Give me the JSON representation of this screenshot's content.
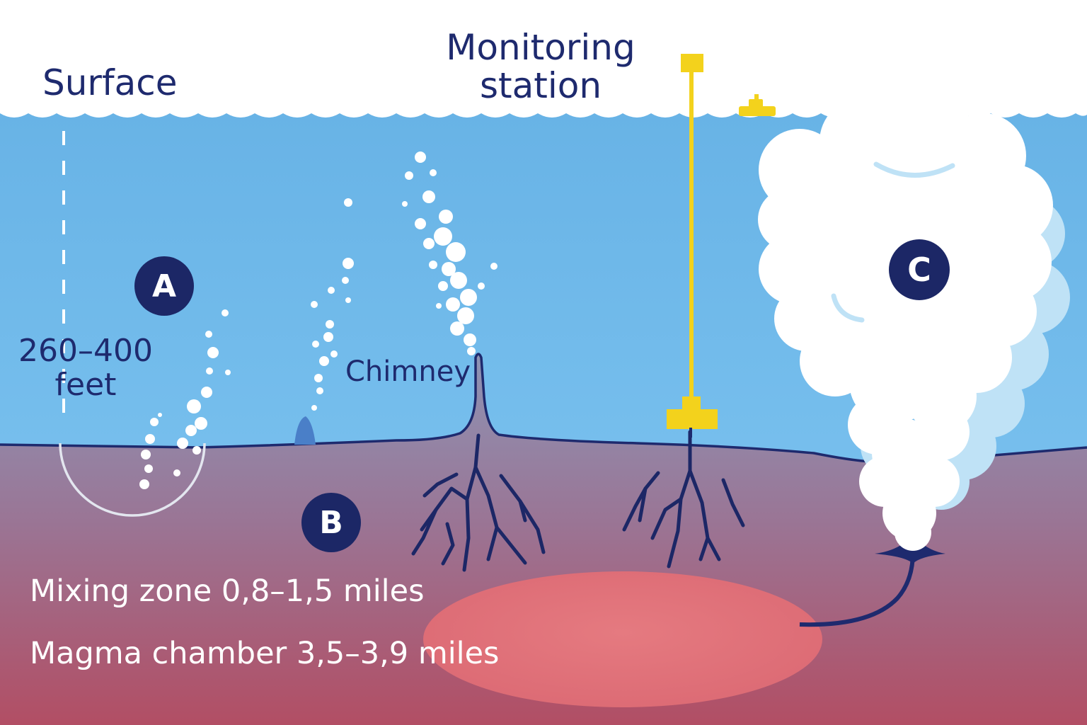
{
  "labels": {
    "surface": "Surface",
    "monitoring_station_line1": "Monitoring",
    "monitoring_station_line2": "station",
    "depth_line1": "260–400",
    "depth_line2": "feet",
    "chimney": "Chimney",
    "mixing_zone": "Mixing zone 0,8–1,5 miles",
    "magma_chamber": "Magma chamber 3,5–3,9 miles"
  },
  "markers": {
    "a": "A",
    "b": "B",
    "c": "C"
  },
  "colors": {
    "sky": "#ffffff",
    "water": "#6fb9e8",
    "seabed_top": "#8c93b4",
    "seabed_bottom": "#b65467",
    "magma": "#e2717a",
    "ink": "#1e2a6e",
    "buoy": "#f3d21c",
    "plume": "#ffffff",
    "plume_shadow": "#bfe2f6"
  },
  "icons": {
    "buoy": "buoy-icon",
    "boat": "boat-icon"
  }
}
